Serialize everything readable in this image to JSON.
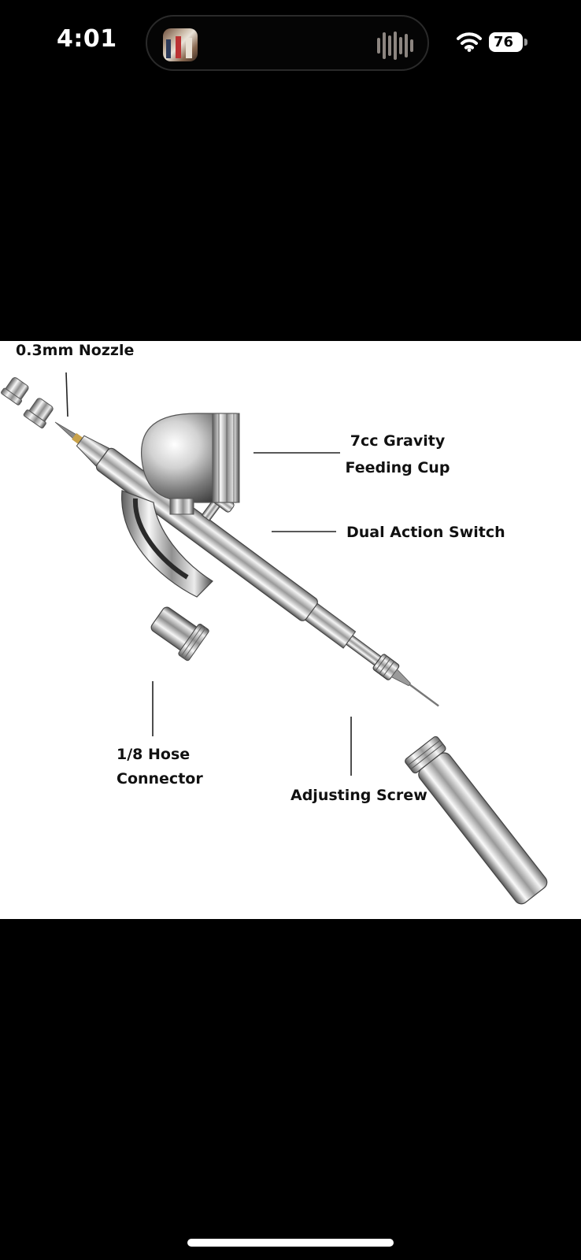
{
  "status_bar": {
    "time": "4:01",
    "battery_level": "76",
    "icons": [
      "wifi-icon",
      "battery-icon",
      "now-playing-waveform-icon"
    ]
  },
  "product_image": {
    "labels": {
      "nozzle": "0.3mm Nozzle",
      "cup_line1": "7cc Gravity",
      "cup_line2": "Feeding Cup",
      "switch": "Dual Action Switch",
      "hose_line1": "1/8 Hose",
      "hose_line2": "Connector",
      "screw": "Adjusting Screw"
    }
  },
  "colors": {
    "background": "#000000",
    "image_background": "#ffffff",
    "chrome": "#c8c8c8",
    "text": "#111111"
  }
}
